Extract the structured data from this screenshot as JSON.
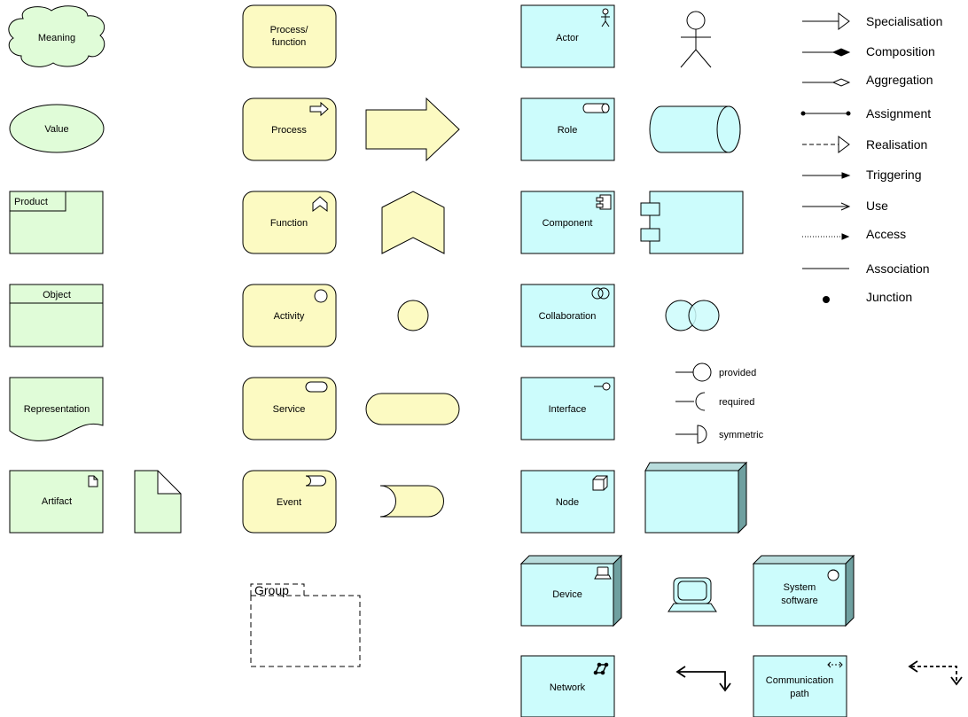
{
  "colors": {
    "business": "#fcfac2",
    "application": "#ccfcfc",
    "technology": "#ccfcfc",
    "motivation": "#e0fcd8",
    "stroke": "#000000",
    "node_side": "#6fa0a0",
    "node_top": "#b8dcdc"
  },
  "column1": {
    "meaning": "Meaning",
    "value": "Value",
    "product": "Product",
    "object": "Object",
    "representation": "Representation",
    "artifact": "Artifact"
  },
  "column2": {
    "process_function_line1": "Process/",
    "process_function_line2": "function",
    "process": "Process",
    "function": "Function",
    "activity": "Activity",
    "service": "Service",
    "event": "Event",
    "group": "Group"
  },
  "column3": {
    "actor": "Actor",
    "role": "Role",
    "component": "Component",
    "collaboration": "Collaboration",
    "interface": "Interface",
    "node": "Node",
    "device": "Device",
    "system_software_line1": "System",
    "system_software_line2": "software",
    "network": "Network",
    "communication_path_line1": "Communication",
    "communication_path_line2": "path"
  },
  "interfaces": {
    "provided": "provided",
    "required": "required",
    "symmetric": "symmetric"
  },
  "legend": [
    {
      "label": "Specialisation",
      "icon": "hollow-triangle-arrow"
    },
    {
      "label": "Composition",
      "icon": "filled-diamond"
    },
    {
      "label": "Aggregation",
      "icon": "hollow-diamond"
    },
    {
      "label": "Assignment",
      "icon": "dot-both-ends"
    },
    {
      "label": "Realisation",
      "icon": "dashed-hollow-triangle"
    },
    {
      "label": "Triggering",
      "icon": "filled-arrow"
    },
    {
      "label": "Use",
      "icon": "open-arrow"
    },
    {
      "label": "Access",
      "icon": "dotted-small-arrow"
    },
    {
      "label": "Association",
      "icon": "plain-line"
    },
    {
      "label": "Junction",
      "icon": "filled-dot"
    }
  ]
}
